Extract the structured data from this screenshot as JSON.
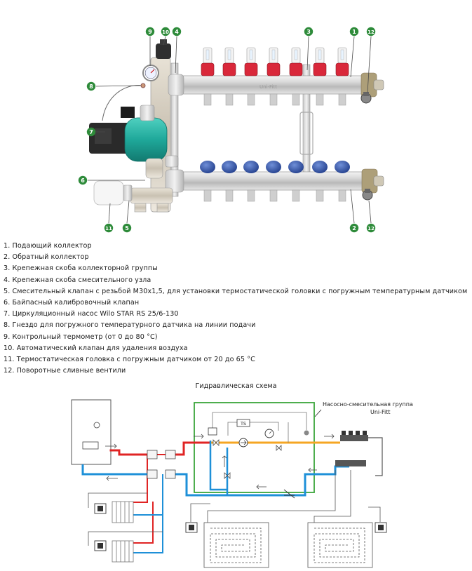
{
  "photo": {
    "callouts": [
      "9",
      "10",
      "4",
      "3",
      "1",
      "12",
      "8",
      "7",
      "6",
      "11",
      "5",
      "2",
      "12"
    ]
  },
  "legend": [
    "1. Подающий коллектор",
    "2. Обратный коллектор",
    "3. Крепежная скоба коллекторной группы",
    "4. Крепежная скоба смесительного узла",
    "5. Смесительный клапан с резьбой М30х1,5, для установки термостатической головки с погружным температурным датчиком",
    "6. Байпасный калибровочный клапан",
    "7. Циркуляционный насос Wilo STAR RS 25/6-130",
    "8. Гнездо для погружного температурного датчика на линии подачи",
    "9. Контрольный термометр (от 0 до 80 °С)",
    "10. Автоматический клапан для удаления воздуха",
    "11. Термостатическая головка с погружным датчиком от 20 до 65 °С",
    "12. Поворотные сливные вентили"
  ],
  "scheme": {
    "title": "Гидравлическая схема",
    "group_label_line1": "Насосно-смесительная группа",
    "group_label_line2": "Uni-Fitt",
    "ts_label": "TS"
  },
  "colors": {
    "callout_green": "#2e8b3a",
    "supply_red": "#e02424",
    "return_blue": "#1e90d8",
    "mixed_orange": "#f5a623",
    "group_border_green": "#3aa63a",
    "pump_teal": "#1fa89a",
    "collector_red_cap": "#d9283a",
    "collector_blue_cap": "#2a4ea8"
  }
}
